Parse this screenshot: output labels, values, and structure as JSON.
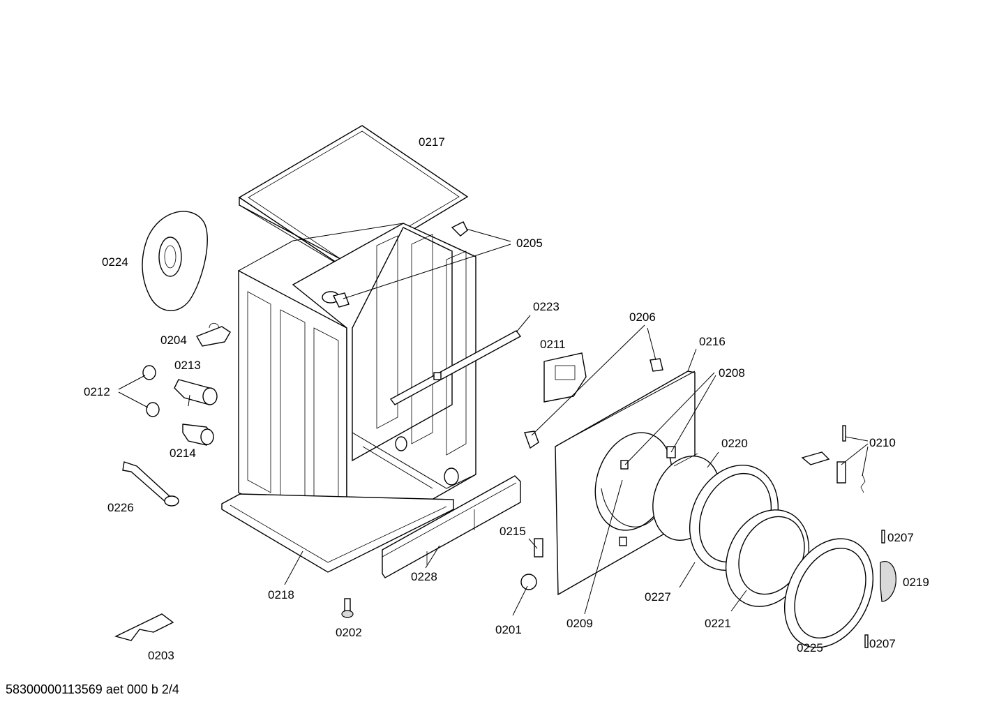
{
  "footer": {
    "doc_id": "58300000113569 aet 000 b 2/4"
  },
  "labels": {
    "p0217": "0217",
    "p0205": "0205",
    "p0224": "0224",
    "p0223": "0223",
    "p0206": "0206",
    "p0216": "0216",
    "p0211": "0211",
    "p0208": "0208",
    "p0204": "0204",
    "p0213": "0213",
    "p0212": "0212",
    "p0214": "0214",
    "p0220": "0220",
    "p0210": "0210",
    "p0226": "0226",
    "p0215": "0215",
    "p0207a": "0207",
    "p0219": "0219",
    "p0228": "0228",
    "p0218": "0218",
    "p0227": "0227",
    "p0209": "0209",
    "p0201": "0201",
    "p0221": "0221",
    "p0202": "0202",
    "p0225": "0225",
    "p0207b": "0207",
    "p0203": "0203"
  }
}
